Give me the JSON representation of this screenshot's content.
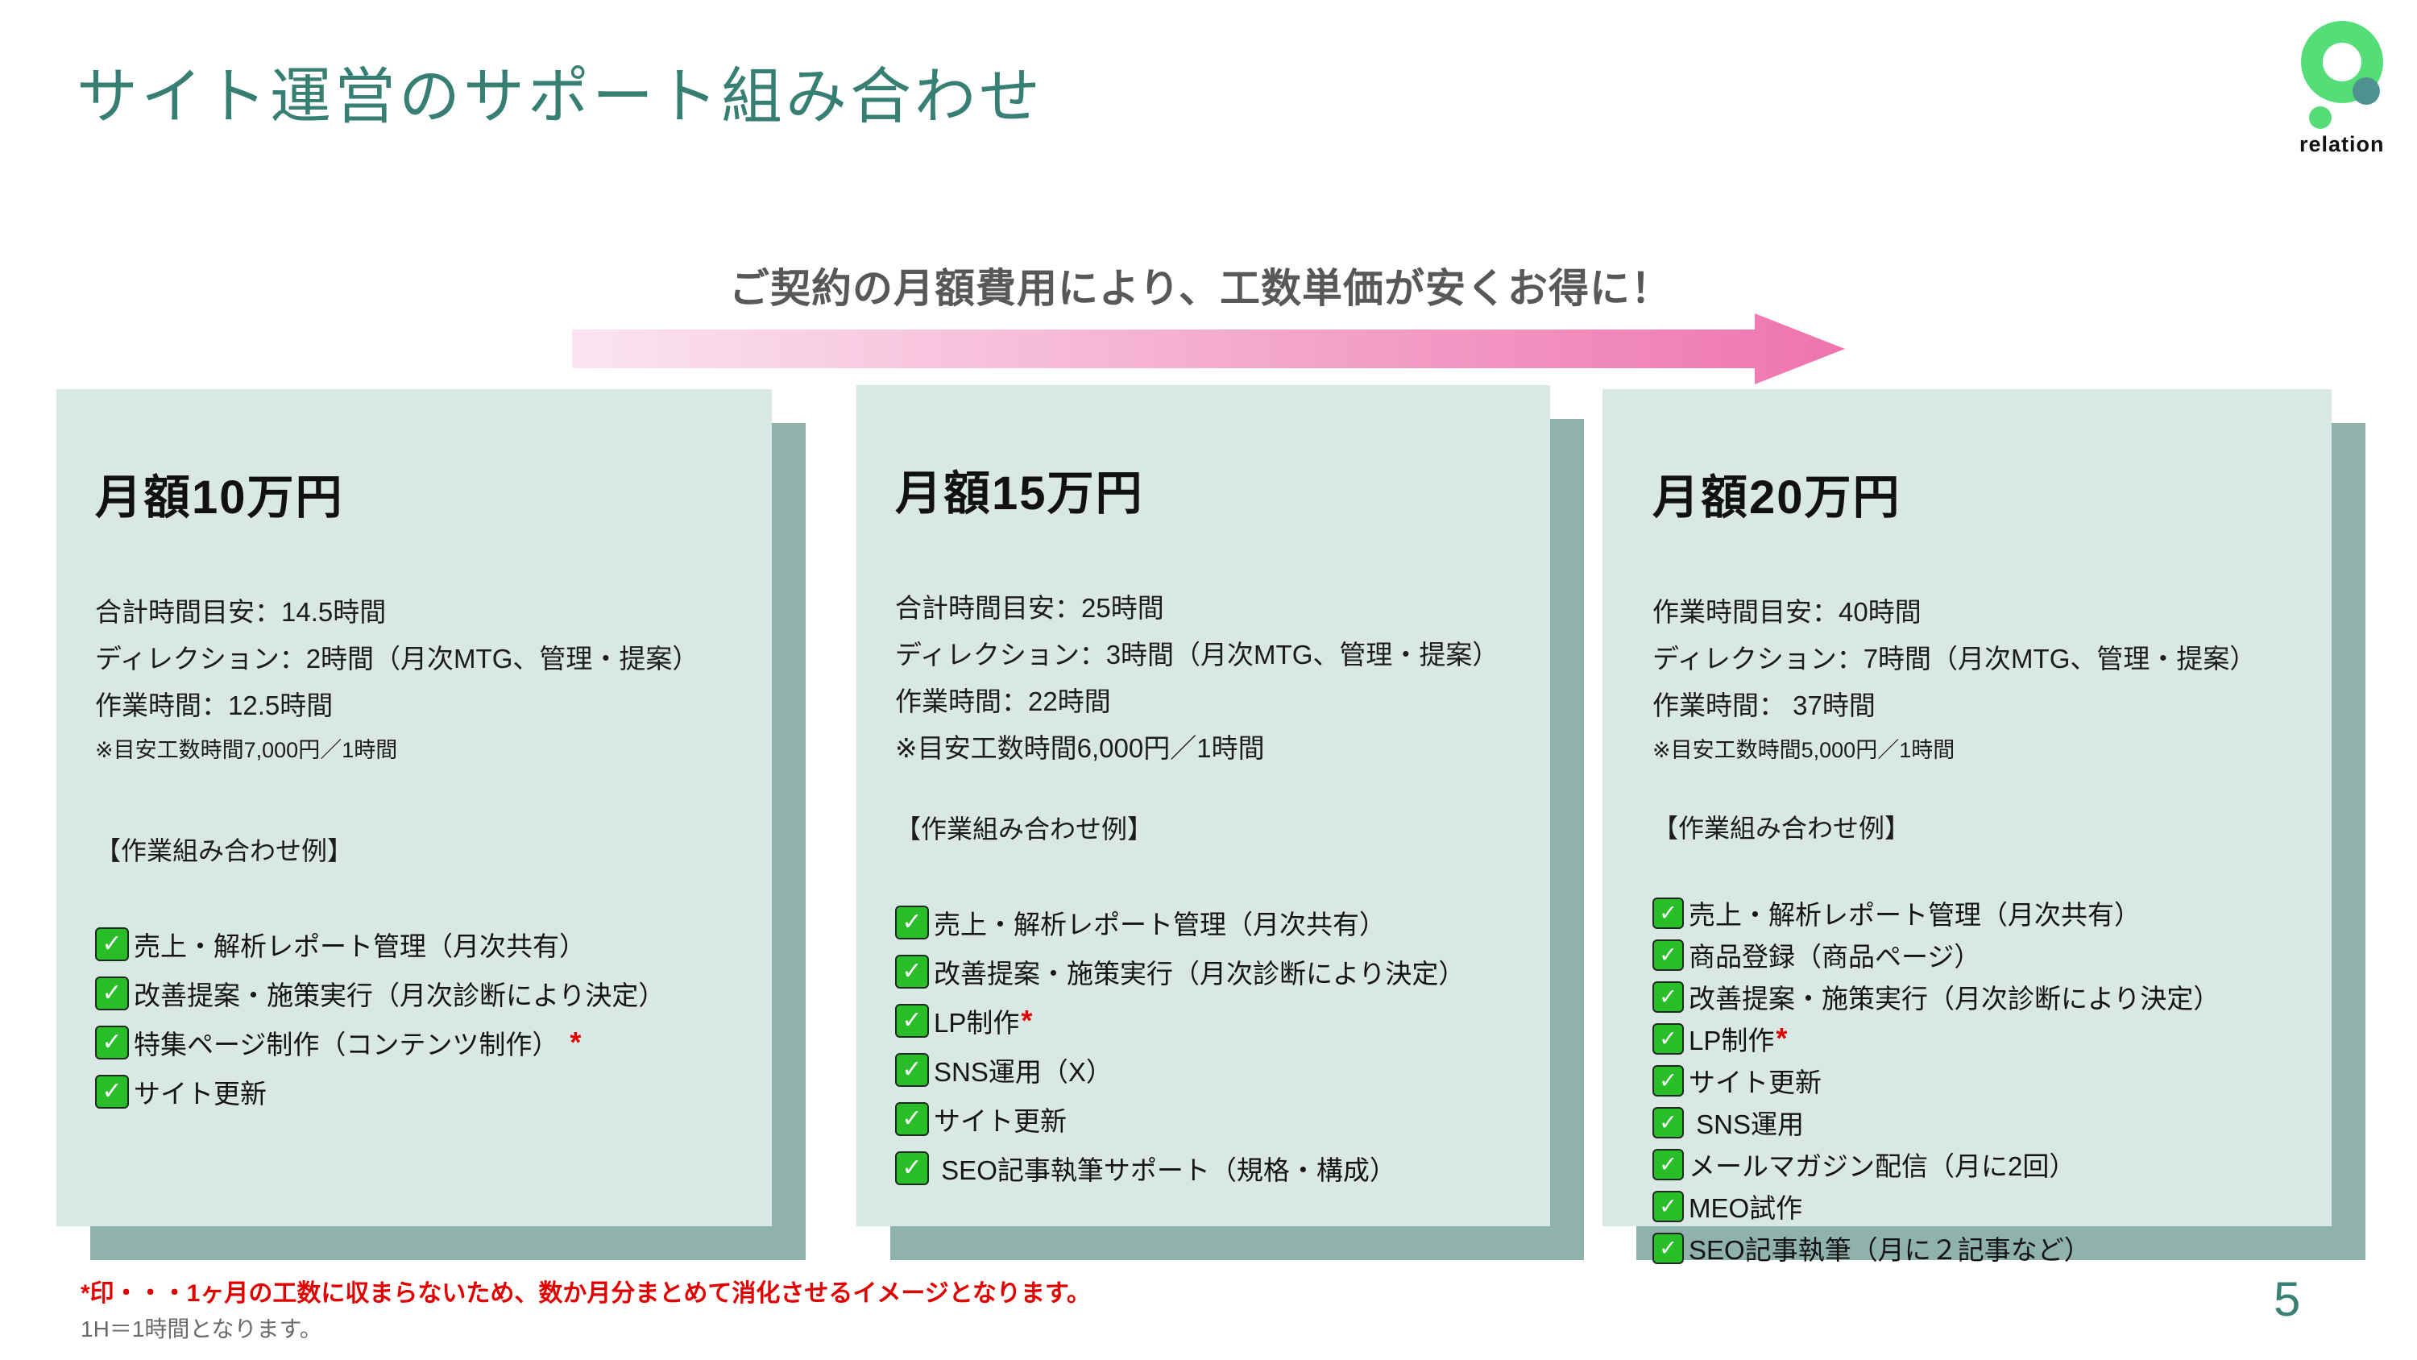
{
  "slide": {
    "title": "サイト運営のサポート組み合わせ",
    "headline": "ご契約の月額費用により、工数単価が安くお得に！",
    "footnote_red": "*印・・・1ヶ月の工数に収まらないため、数か月分まとめて消化させるイメージとなります。",
    "footnote_gray": "1H＝1時間となります。",
    "page_number": "5"
  },
  "logo": {
    "text": "relation"
  },
  "colors": {
    "title_teal": "#377F72",
    "headline_gray": "#58585A",
    "card_bg": "#DAE8E5",
    "card_shadow": "#90B2AC",
    "check_green": "#29BE29",
    "note_red": "#E00000",
    "arrow_from": "#FBE5F0",
    "arrow_to": "#EE74AF",
    "logo_green": "#55DE78",
    "logo_teal": "#4F9290",
    "page_teal": "#3A8175"
  },
  "cards": [
    {
      "heading": "月額10万円",
      "details": [
        {
          "text": "合計時間目安：14.5時間",
          "small": false
        },
        {
          "text": "ディレクション：2時間（月次MTG、管理・提案）",
          "small": false
        },
        {
          "text": "作業時間：12.5時間",
          "small": false
        },
        {
          "text": "※目安工数時間7,000円／1時間",
          "small": true
        }
      ],
      "combo_label": "【作業組み合わせ例】",
      "items": [
        {
          "text": "売上・解析レポート管理（月次共有）",
          "star": false
        },
        {
          "text": "改善提案・施策実行（月次診断により決定）",
          "star": false
        },
        {
          "text": "特集ページ制作（コンテンツ制作）",
          "star": true,
          "star_gap": true
        },
        {
          "text": "サイト更新",
          "star": false
        }
      ]
    },
    {
      "heading": "月額15万円",
      "details": [
        {
          "text": "合計時間目安：25時間",
          "small": false
        },
        {
          "text": "ディレクション：3時間（月次MTG、管理・提案）",
          "small": false
        },
        {
          "text": "作業時間：22時間",
          "small": false
        },
        {
          "text": "※目安工数時間6,000円／1時間",
          "small": false
        }
      ],
      "combo_label": "【作業組み合わせ例】",
      "items": [
        {
          "text": "売上・解析レポート管理（月次共有）",
          "star": false
        },
        {
          "text": "改善提案・施策実行（月次診断により決定）",
          "star": false
        },
        {
          "text": "LP制作",
          "star": true
        },
        {
          "text": "SNS運用（X）",
          "star": false
        },
        {
          "text": "サイト更新",
          "star": false
        },
        {
          "text": " SEO記事執筆サポート（規格・構成）",
          "star": false
        }
      ]
    },
    {
      "heading": "月額20万円",
      "details": [
        {
          "text": "作業時間目安：40時間",
          "small": false
        },
        {
          "text": "ディレクション：7時間（月次MTG、管理・提案）",
          "small": false
        },
        {
          "text": "作業時間： 37時間",
          "small": false
        },
        {
          "text": "※目安工数時間5,000円／1時間",
          "small": true
        }
      ],
      "combo_label": "【作業組み合わせ例】",
      "items": [
        {
          "text": "売上・解析レポート管理（月次共有）",
          "star": false
        },
        {
          "text": "商品登録（商品ページ）",
          "star": false
        },
        {
          "text": "改善提案・施策実行（月次診断により決定）",
          "star": false
        },
        {
          "text": "LP制作",
          "star": true
        },
        {
          "text": "サイト更新",
          "star": false
        },
        {
          "text": " SNS運用",
          "star": false
        },
        {
          "text": "メールマガジン配信（月に2回）",
          "star": false
        },
        {
          "text": "MEO試作",
          "star": false
        },
        {
          "text": "SEO記事執筆（月に２記事など）",
          "star": false
        }
      ]
    }
  ]
}
